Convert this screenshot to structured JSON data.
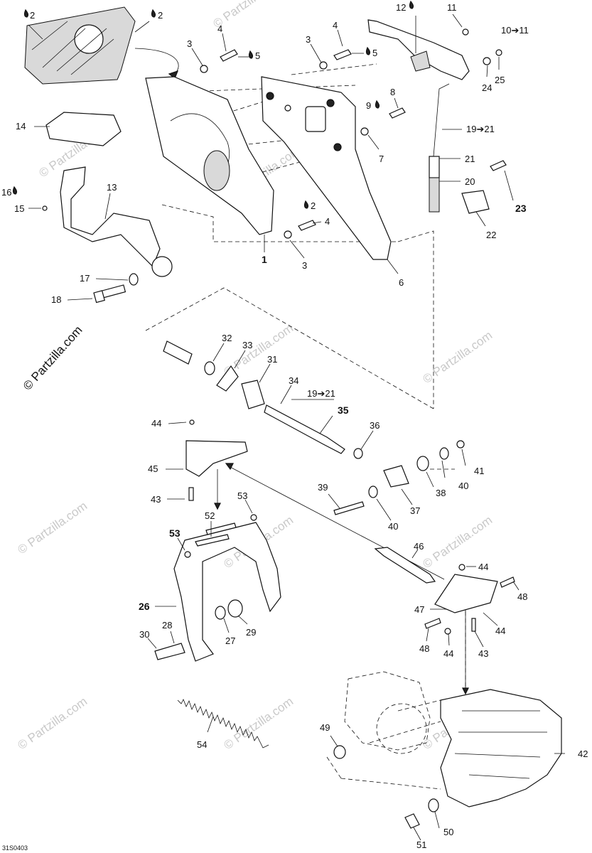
{
  "watermark": {
    "primary": "© Partzilla.com",
    "faint": "© Partzilla.com"
  },
  "diagram_code": "31S0403",
  "callouts": [
    "2",
    "2",
    "3",
    "4",
    "5",
    "3",
    "4",
    "5",
    "12",
    "11",
    "10➔11",
    "24",
    "25",
    "8",
    "9",
    "7",
    "19➔21",
    "21",
    "20",
    "23",
    "22",
    "6",
    "1",
    "3",
    "4",
    "2",
    "14",
    "16",
    "15",
    "13",
    "17",
    "18",
    "32",
    "33",
    "31",
    "34",
    "19➔21",
    "35",
    "36",
    "41",
    "40",
    "38",
    "37",
    "40",
    "39",
    "44",
    "45",
    "43",
    "52",
    "53",
    "53",
    "46",
    "44",
    "48",
    "47",
    "44",
    "48",
    "44",
    "43",
    "26",
    "28",
    "30",
    "27",
    "29",
    "54",
    "49",
    "42",
    "50",
    "51"
  ],
  "icons": [
    "oil-drop-icon"
  ]
}
